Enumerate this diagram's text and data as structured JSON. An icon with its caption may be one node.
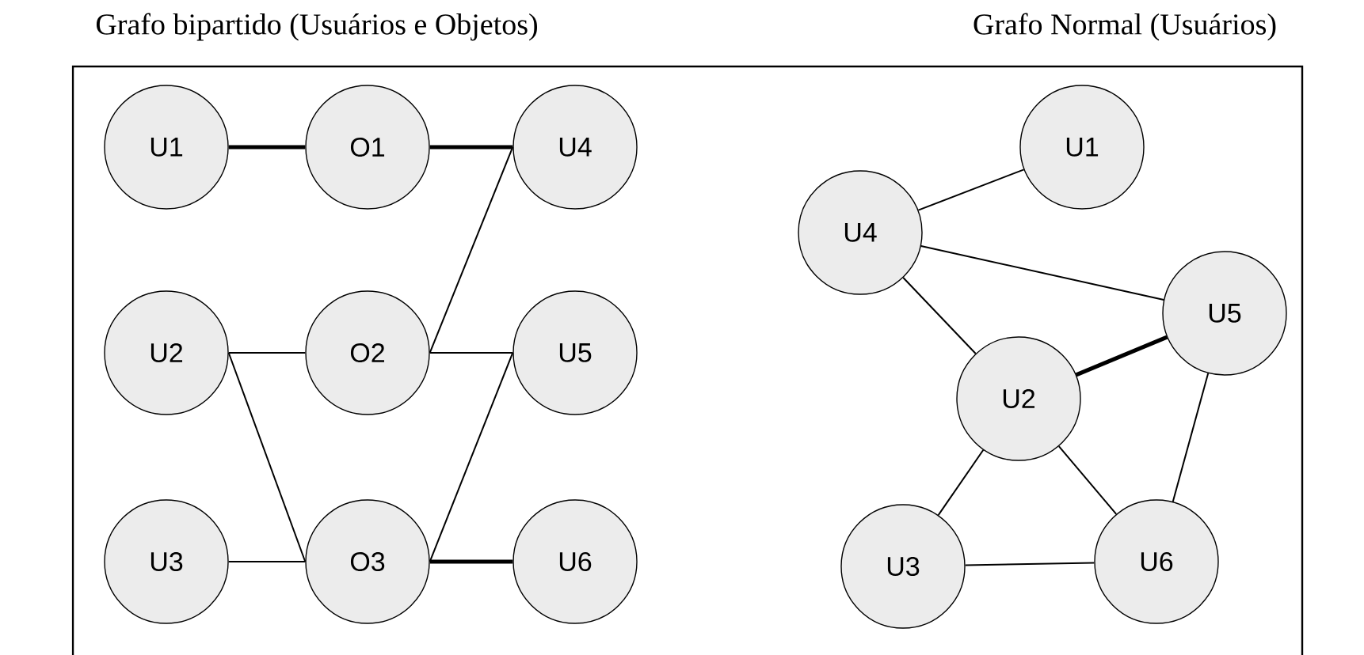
{
  "diagram": {
    "nodes": [
      {
        "text": [
          "U1"
        ]
      },
      {
        "text": [
          "O1"
        ]
      },
      {
        "text": [
          "U4"
        ]
      },
      {
        "text": [
          "U2"
        ]
      },
      {
        "text": [
          "O2"
        ]
      },
      {
        "text": [
          "U5"
        ]
      },
      {
        "text": [
          "U3"
        ]
      },
      {
        "text": [
          "O3"
        ]
      },
      {
        "text": [
          "U6"
        ]
      },
      {
        "text": [
          "U1"
        ]
      },
      {
        "text": [
          "U4"
        ]
      },
      {
        "text": [
          "U5"
        ]
      },
      {
        "text": [
          "U2"
        ]
      },
      {
        "text": [
          "U3"
        ]
      },
      {
        "text": [
          "U6"
        ]
      }
    ],
    "edges": [
      {
        "from": 0,
        "to": 1,
        "arrow": "none",
        "style": "thick"
      },
      {
        "from": 1,
        "to": 2,
        "arrow": "none",
        "style": "thick"
      },
      {
        "from": 4,
        "to": 2,
        "arrow": "none"
      },
      {
        "from": 3,
        "to": 4,
        "arrow": "none"
      },
      {
        "from": 4,
        "to": 5,
        "arrow": "none"
      },
      {
        "from": 3,
        "to": 7,
        "arrow": "none"
      },
      {
        "from": 6,
        "to": 7,
        "arrow": "none"
      },
      {
        "from": 7,
        "to": 5,
        "arrow": "none"
      },
      {
        "from": 7,
        "to": 8,
        "arrow": "none",
        "style": "thick"
      },
      {
        "from": 10,
        "to": 9,
        "arrow": "none"
      },
      {
        "from": 10,
        "to": 11,
        "arrow": "none"
      },
      {
        "from": 10,
        "to": 12,
        "arrow": "none"
      },
      {
        "from": 12,
        "to": 11,
        "arrow": "none",
        "style": "thick"
      },
      {
        "from": 12,
        "to": 13,
        "arrow": "none"
      },
      {
        "from": 12,
        "to": 14,
        "arrow": "none"
      },
      {
        "from": 11,
        "to": 14,
        "arrow": "none"
      },
      {
        "from": 13,
        "to": 14,
        "arrow": "none"
      }
    ],
    "labels": [
      "Grafo bipartido (Usuários e Objetos)",
      "Grafo Normal (Usuários)"
    ]
  }
}
